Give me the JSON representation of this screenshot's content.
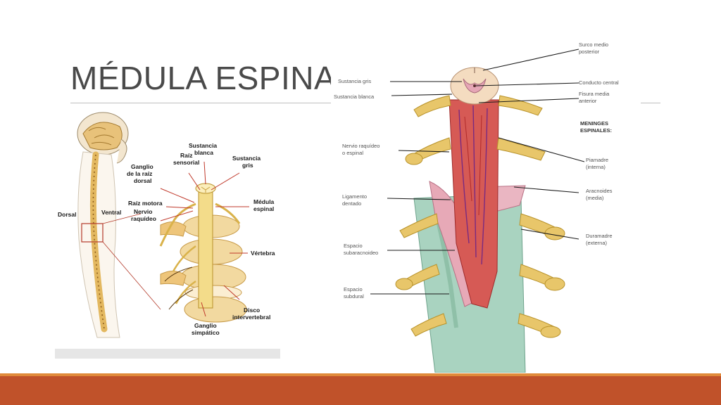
{
  "slide": {
    "title": "MÉDULA ESPINAL",
    "accent_color": "#c0522a",
    "accent_stripe_color": "#e08a3a"
  },
  "left_diagram": {
    "labels": {
      "dorsal": "Dorsal",
      "ventral": "Ventral",
      "raiz_sensorial_1": "Raíz",
      "raiz_sensorial_2": "sensorial",
      "sustancia_blanca_1": "Sustancia",
      "sustancia_blanca_2": "blanca",
      "sustancia_gris_1": "Sustancia",
      "sustancia_gris_2": "gris",
      "ganglio_raiz_1": "Ganglio",
      "ganglio_raiz_2": "de la raíz",
      "ganglio_raiz_3": "dorsal",
      "raiz_motora": "Raíz motora",
      "nervio_raquideo_1": "Nervio",
      "nervio_raquideo_2": "raquídeo",
      "medula_espinal_1": "Médula",
      "medula_espinal_2": "espinal",
      "vertebra": "Vértebra",
      "disco_1": "Disco",
      "disco_2": "intervertebral",
      "ganglio_simpatico_1": "Ganglio",
      "ganglio_simpatico_2": "simpático"
    }
  },
  "right_diagram": {
    "labels": {
      "surco_medio_1": "Surco medio",
      "surco_medio_2": "posterior",
      "sustancia_gris": "Sustancia gris",
      "conducto_central": "Conducto central",
      "sustancia_blanca": "Sustancia blanca",
      "fisura_1": "Fisura media",
      "fisura_2": "anterior",
      "meninges_1": "MENINGES",
      "meninges_2": "ESPINALES:",
      "nervio_1": "Nervio raquídeo",
      "nervio_2": "o espinal",
      "piamadre_1": "Piamadre",
      "piamadre_2": "(interna)",
      "aracnoides_1": "Aracnoides",
      "aracnoides_2": "(media)",
      "ligamento_1": "Ligamento",
      "ligamento_2": "dentado",
      "duramadre_1": "Duramadre",
      "duramadre_2": "(externa)",
      "espacio_sub_1": "Espacio",
      "espacio_sub_2": "subaracnoideo",
      "espacio_subdural_1": "Espacio",
      "espacio_subdural_2": "subdural"
    }
  }
}
